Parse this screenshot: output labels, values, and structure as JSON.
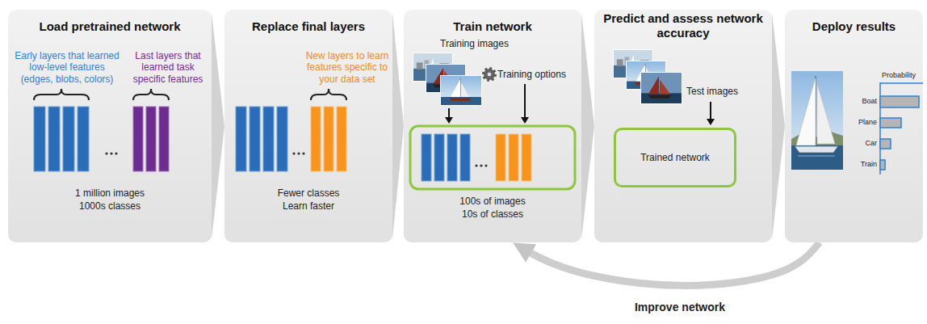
{
  "diagram": {
    "nodes": [
      {
        "text": [
          "Load pretrained network",
          "Early layers that learned low-level features (edges, blobs, colors)",
          "Last layers that learned task specific features",
          "1 million images",
          "1000s classes"
        ]
      },
      {
        "text": [
          "Replace final layers",
          "New layers to learn features specific to your data set",
          "Fewer classes",
          "Learn faster"
        ]
      },
      {
        "text": [
          "Train network",
          "Training images",
          "Training options",
          "100s of images",
          "10s of classes"
        ]
      },
      {
        "text": [
          "Predict and assess network accuracy",
          "Test images"
        ]
      },
      {
        "text": [
          "Trained network"
        ],
        "in": 3
      },
      {
        "text": [
          "Deploy results",
          "Probability",
          "Boat",
          "Plane",
          "Car",
          "Train"
        ]
      }
    ],
    "edges": [
      {
        "from": 0,
        "to": 1,
        "arrow": "to"
      },
      {
        "from": 1,
        "to": 2,
        "arrow": "to"
      },
      {
        "from": 2,
        "to": 3,
        "arrow": "to"
      },
      {
        "from": 3,
        "to": 5,
        "arrow": "to"
      },
      {
        "from": 5,
        "to": 2,
        "arrow": "to",
        "label": "Improve network"
      }
    ]
  }
}
